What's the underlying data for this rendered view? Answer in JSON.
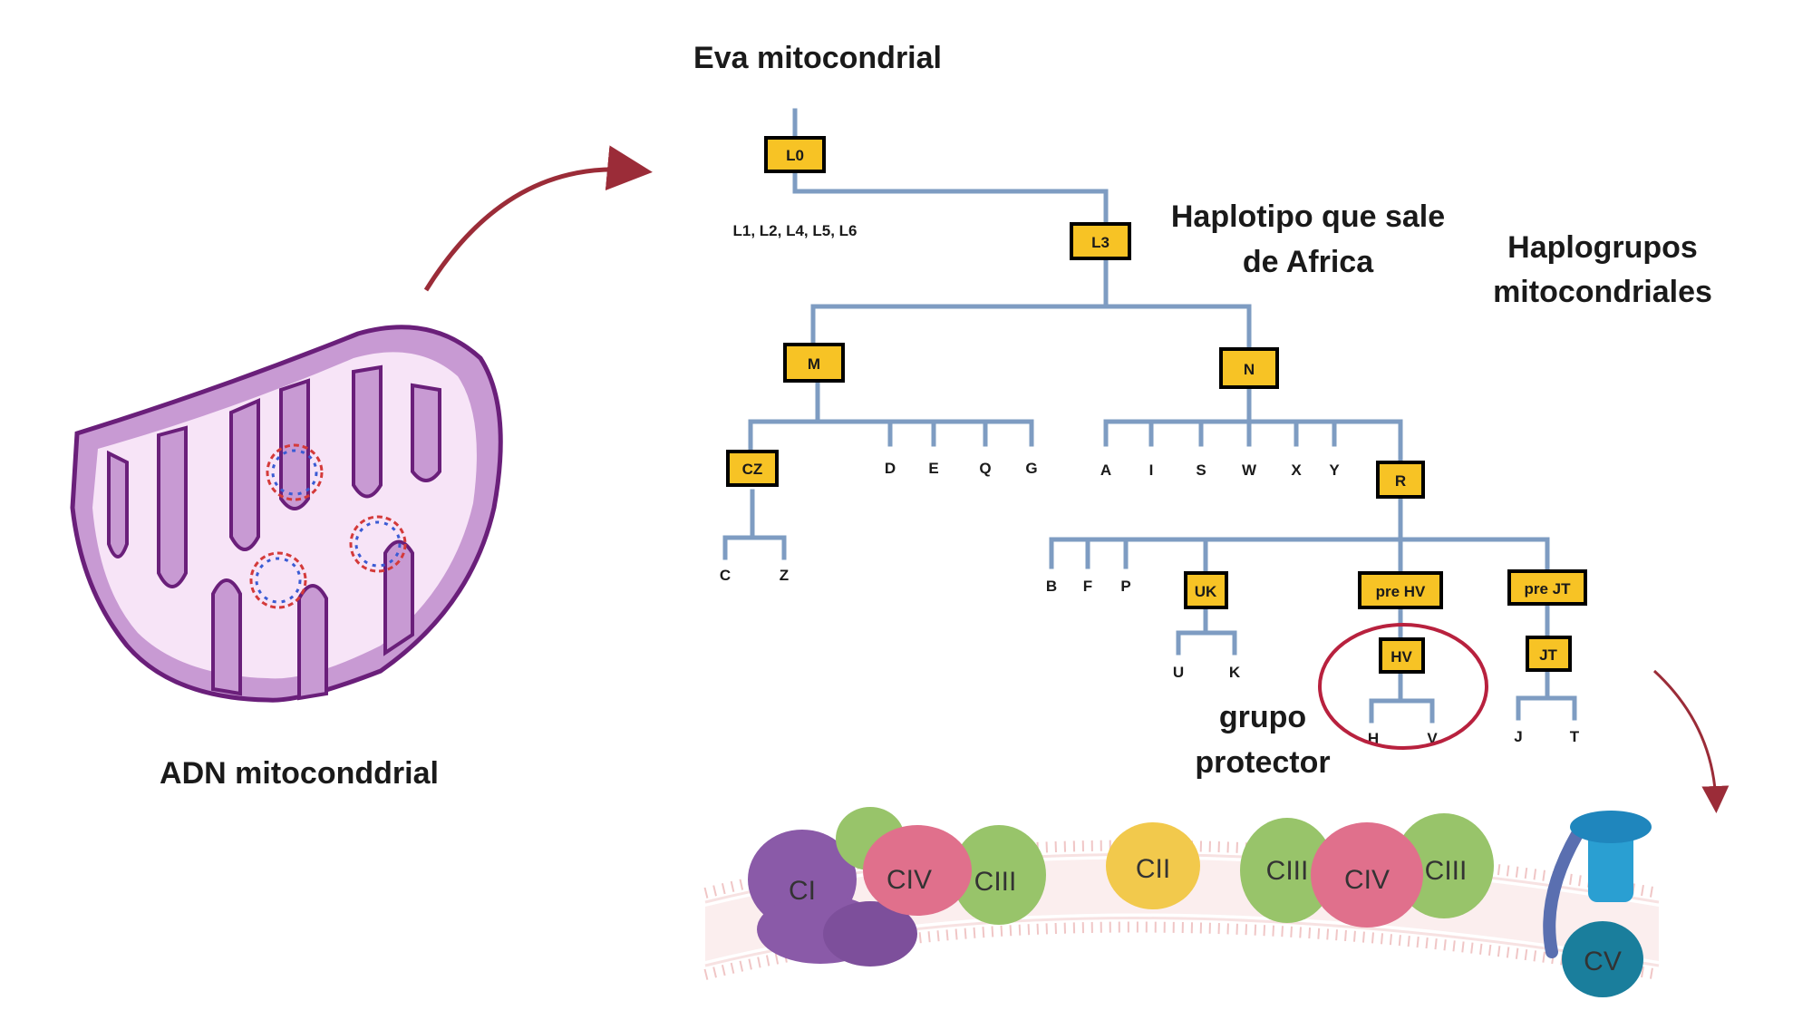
{
  "title_top": "Eva mitocondrial",
  "caption_l3": [
    "Haplotipo que sale",
    "de Africa"
  ],
  "caption_right": [
    "Haplogrupos",
    "mitocondriales"
  ],
  "caption_protector": [
    "grupo",
    "protector"
  ],
  "caption_dna": "ADN mitoconddrial",
  "nodes": {
    "L0": "L0",
    "L3": "L3",
    "M": "M",
    "N": "N",
    "CZ": "CZ",
    "R": "R",
    "UK": "UK",
    "preHV": "pre HV",
    "HV": "HV",
    "preJT": "pre JT",
    "JT": "JT"
  },
  "leaves": {
    "L_others": "L1, L2, L4, L5, L6",
    "D": "D",
    "E": "E",
    "Q": "Q",
    "G": "G",
    "A": "A",
    "I": "I",
    "S": "S",
    "W": "W",
    "X": "X",
    "Y": "Y",
    "C": "C",
    "Z": "Z",
    "B": "B",
    "F": "F",
    "P": "P",
    "U": "U",
    "K": "K",
    "H": "H",
    "V": "V",
    "J": "J",
    "T": "T"
  },
  "complexes": {
    "CI": "CI",
    "CIV_a": "CIV",
    "CIII_a": "CIII",
    "CII": "CII",
    "CIII_b": "CIII",
    "CIV_b": "CIV",
    "CIII_c": "CIII",
    "CV": "CV"
  },
  "colors": {
    "node_fill": "#f7c325",
    "tree_line": "#7e9cc2",
    "arrow": "#9b2c38",
    "highlight_circle": "#b8213e",
    "mito_outer": "#c89ad3",
    "mito_inner": "#f7e4f7",
    "mito_edge": "#6a1f7a",
    "CI": "#8a5aa8",
    "CII": "#f2c94c",
    "CIII": "#98c46a",
    "CIV": "#e0708c",
    "CV": "#1a7e9c"
  }
}
